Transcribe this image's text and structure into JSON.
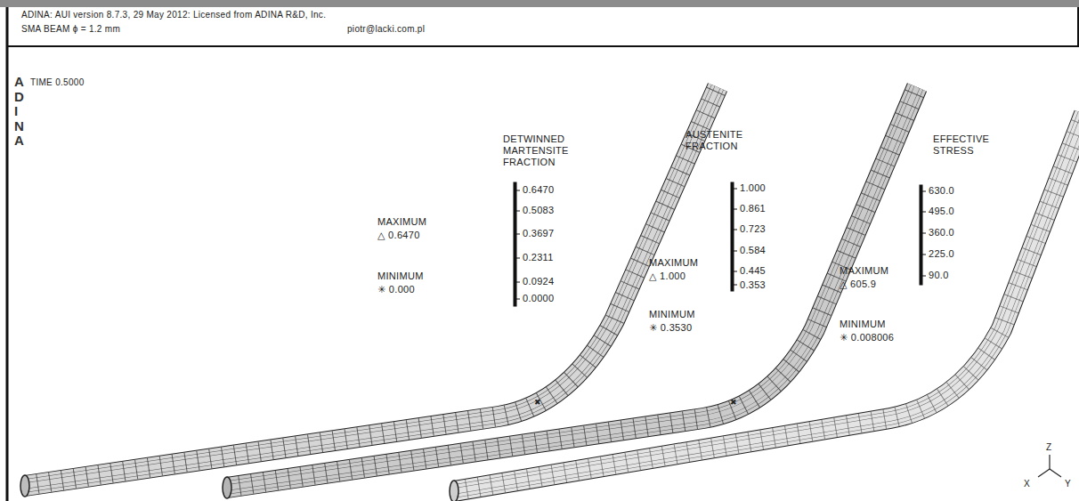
{
  "diagram": {
    "labels": [
      "ADINA: AUI version 8.7.3, 29 May 2012: Licensed from ADINA R&D, Inc.",
      "SMA BEAM ϕ = 1.2 mm",
      "piotr@lacki.com.pl",
      "ADINA",
      "TIME 0.5000",
      "DETWINNED MARTENSITE FRACTION",
      "0.6470",
      "0.5083",
      "0.3697",
      "0.2311",
      "0.0924",
      "0.0000",
      "MAXIMUM",
      "△ 0.6470",
      "MINIMUM",
      "✳ 0.000",
      "AUSTENITE FRACTION",
      "1.000",
      "0.861",
      "0.723",
      "0.584",
      "0.445",
      "0.353",
      "MAXIMUM",
      "△ 1.000",
      "MINIMUM",
      "✳ 0.3530",
      "EFFECTIVE STRESS",
      "630.0",
      "495.0",
      "360.0",
      "225.0",
      "90.0",
      "MAXIMUM",
      "△ 605.9",
      "MINIMUM",
      "✳ 0.008006",
      "Z",
      "X",
      "Y"
    ]
  }
}
